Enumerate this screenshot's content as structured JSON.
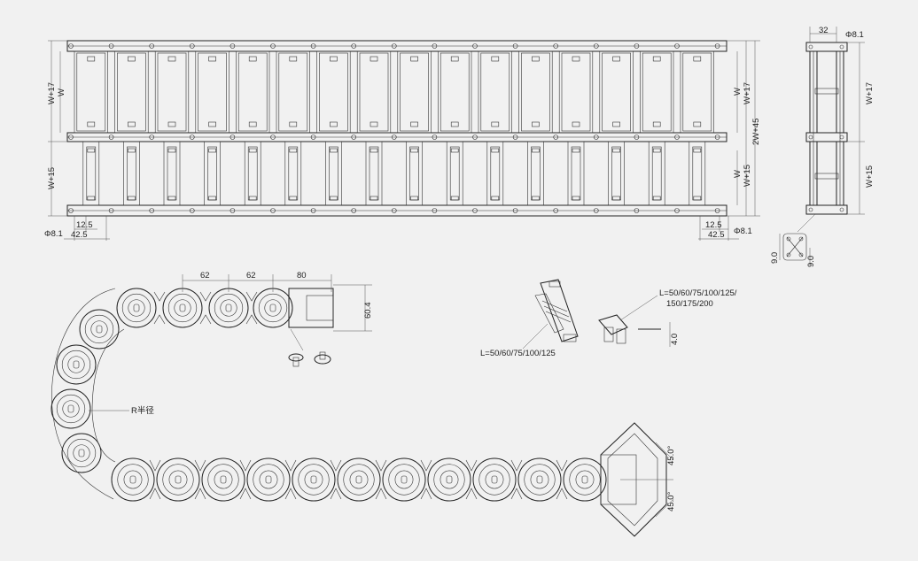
{
  "top_view": {
    "w17_left": "W+17",
    "w_left": "W",
    "w15_left": "W+15",
    "w_right_upper": "W",
    "w17_right": "W+17",
    "total_right": "2W+45",
    "w_right_lower": "W",
    "w15_right": "W+15",
    "pitch_left": "12.5",
    "width_left": "42.5",
    "hole_left": "Φ8.1",
    "pitch_right": "12.5",
    "width_right": "42.5",
    "hole_right": "Φ8.1"
  },
  "side_view": {
    "top_width": "32",
    "hole": "Φ8.1",
    "w17": "W+17",
    "w15": "W+15",
    "detail_a": "9.0",
    "detail_b": "9.0"
  },
  "chain_view": {
    "pitch_1": "62",
    "pitch_2": "62",
    "end_length": "80",
    "height": "60.4",
    "radius_label": "R半径",
    "angle_top": "45.0°",
    "angle_bottom": "45.0°"
  },
  "accessories": {
    "separator_lengths": "L=50/60/75/100/125",
    "bracket_lengths_line1": "L=50/60/75/100/125/",
    "bracket_lengths_line2": "150/175/200",
    "pin_size": "4.0"
  }
}
